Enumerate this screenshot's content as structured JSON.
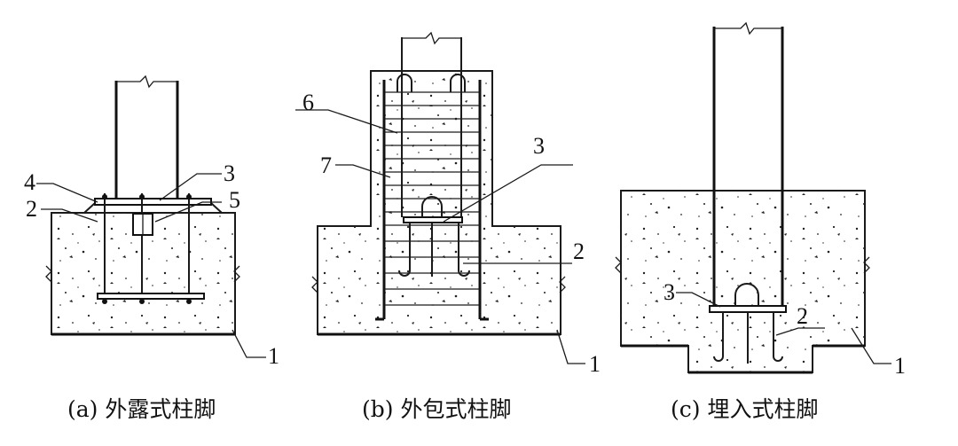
{
  "panels": [
    {
      "caption": "(a) 外露式柱脚",
      "labels": [
        "1",
        "2",
        "3",
        "4",
        "5"
      ]
    },
    {
      "caption": "(b) 外包式柱脚",
      "labels": [
        "1",
        "2",
        "3",
        "6",
        "7"
      ]
    },
    {
      "caption": "(c) 埋入式柱脚",
      "labels": [
        "1",
        "2",
        "3"
      ]
    }
  ]
}
